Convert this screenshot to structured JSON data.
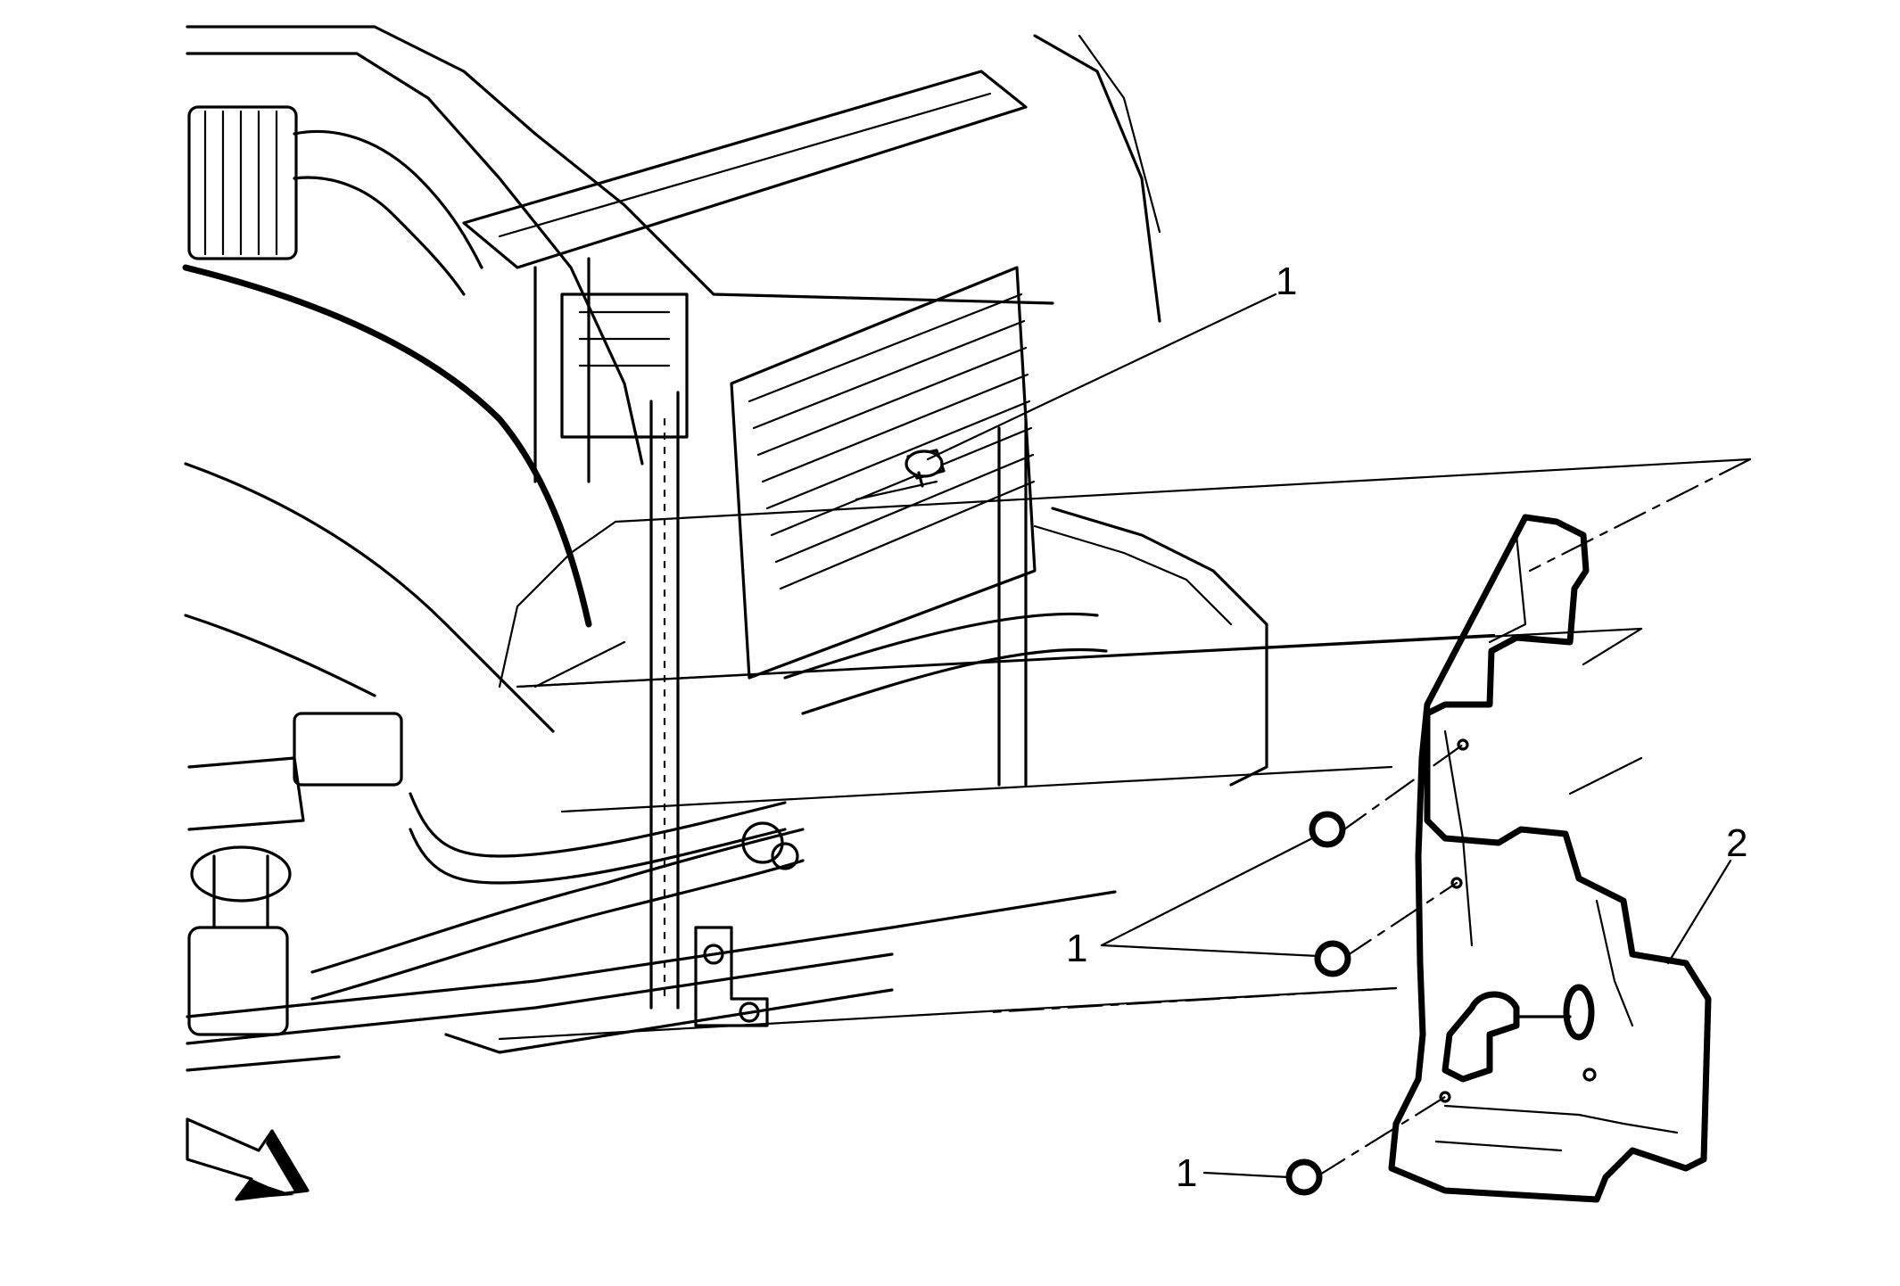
{
  "callouts": {
    "fastener_top": "1",
    "fasteners_middle": "1",
    "fastener_bottom": "1",
    "splash_shield": "2"
  },
  "colors": {
    "line": "#000000",
    "background": "#ffffff"
  },
  "icons": {
    "view_direction": "view-direction-arrow-icon"
  }
}
